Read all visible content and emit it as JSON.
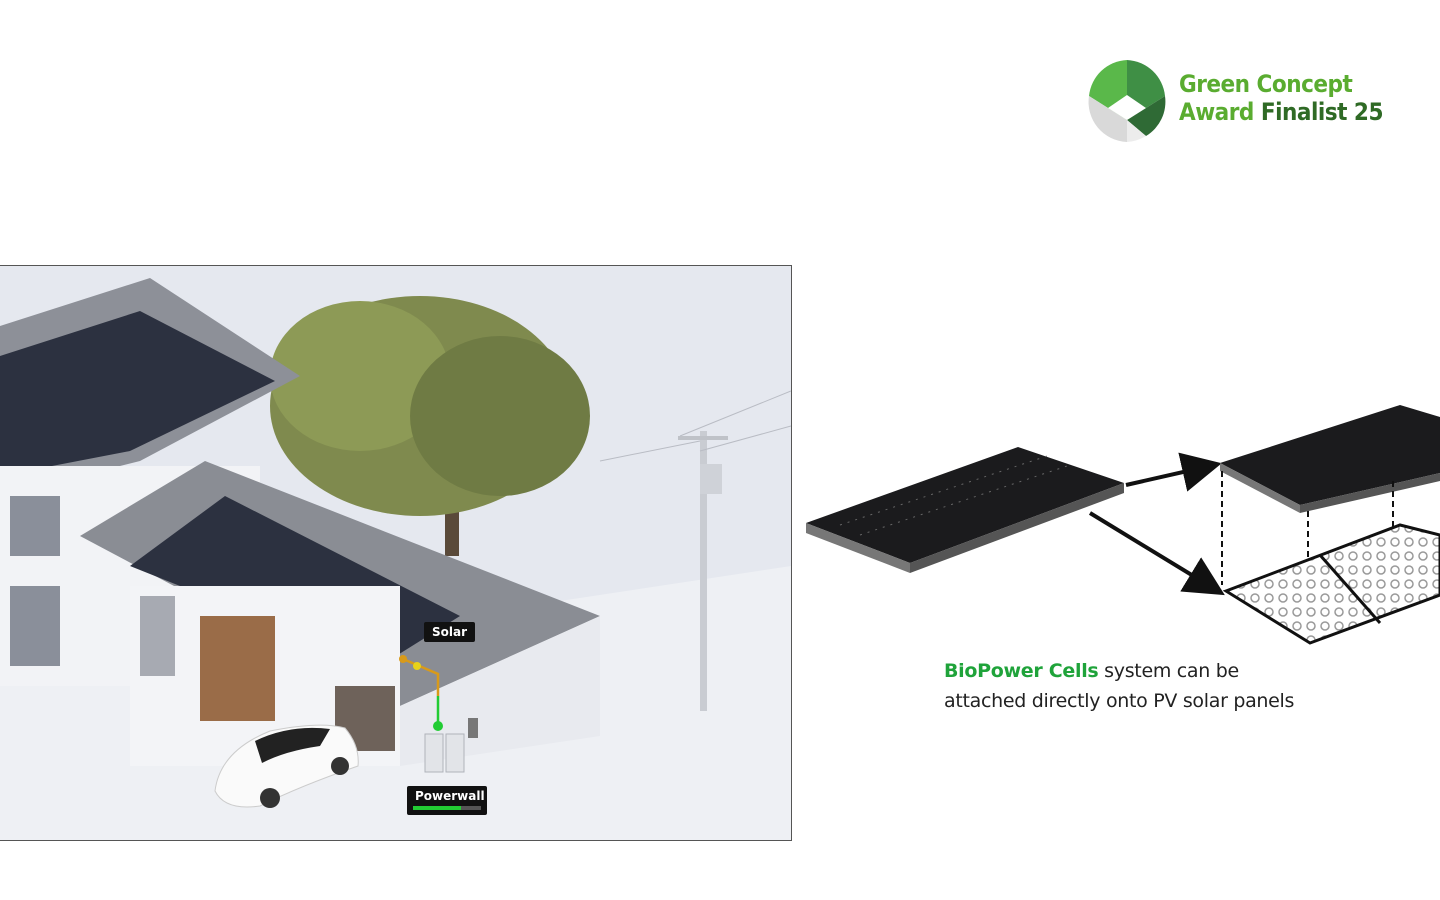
{
  "logo": {
    "line1": "Green Concept",
    "line2_a": "Award",
    "line2_b": "Finalist 25",
    "colors": {
      "light_green": "#5aac30",
      "dark_green": "#2f6a25"
    }
  },
  "illustration": {
    "solar_label": "Solar",
    "powerwall_label": "Powerwall",
    "powerwall_charge_percent": 70,
    "colors": {
      "line_orange": "#d89a1a",
      "line_green": "#22cc33"
    }
  },
  "caption": {
    "highlight": "BioPower Cells",
    "rest_line1": " system can be",
    "line2": "attached directly onto PV solar panels",
    "highlight_color": "#1fa33a"
  }
}
